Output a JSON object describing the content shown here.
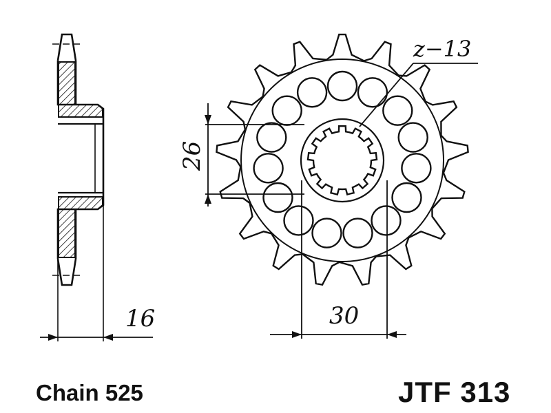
{
  "drawing": {
    "tooth_count": 17,
    "hole_count": 15,
    "spline_count": 13,
    "line_color": "#111111",
    "labels": {
      "z": "z−13",
      "height_dim": "26",
      "width_dim": "30",
      "thickness_dim": "16"
    }
  },
  "captions": {
    "chain": "Chain 525",
    "part_number": "JTF 313"
  }
}
